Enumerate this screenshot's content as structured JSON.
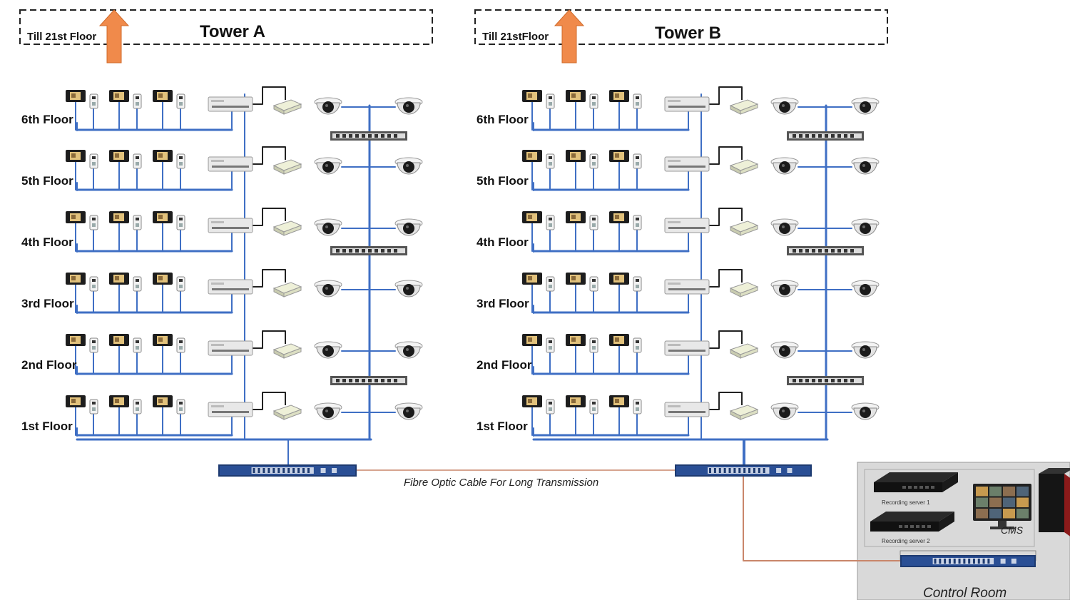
{
  "towers": [
    {
      "title": "Tower A",
      "till_label": "Till 21st Floor"
    },
    {
      "title": "Tower B",
      "till_label": "Till 21stFloor"
    }
  ],
  "floors": [
    "6th Floor",
    "5th Floor",
    "4th Floor",
    "3rd Floor",
    "2nd Floor",
    "1st Floor"
  ],
  "fibre_label": "Fibre Optic Cable For Long Transmission",
  "control_room": {
    "title": "Control Room",
    "server1": "Recording server 1",
    "server2": "Recording server 2",
    "cms": "CMS"
  },
  "colors": {
    "cable_blue": "#3f6fc4",
    "cable_dark": "#222222",
    "fibre": "#c9866a",
    "arrow": "#f08a4b",
    "control_room_bg": "#d9d9d9"
  },
  "icons": [
    "video-door-phone-icon",
    "door-station-icon",
    "poe-switch-icon",
    "power-supply-icon",
    "dome-camera-icon",
    "network-switch-icon",
    "core-switch-icon",
    "nvr-icon",
    "workstation-icon"
  ]
}
